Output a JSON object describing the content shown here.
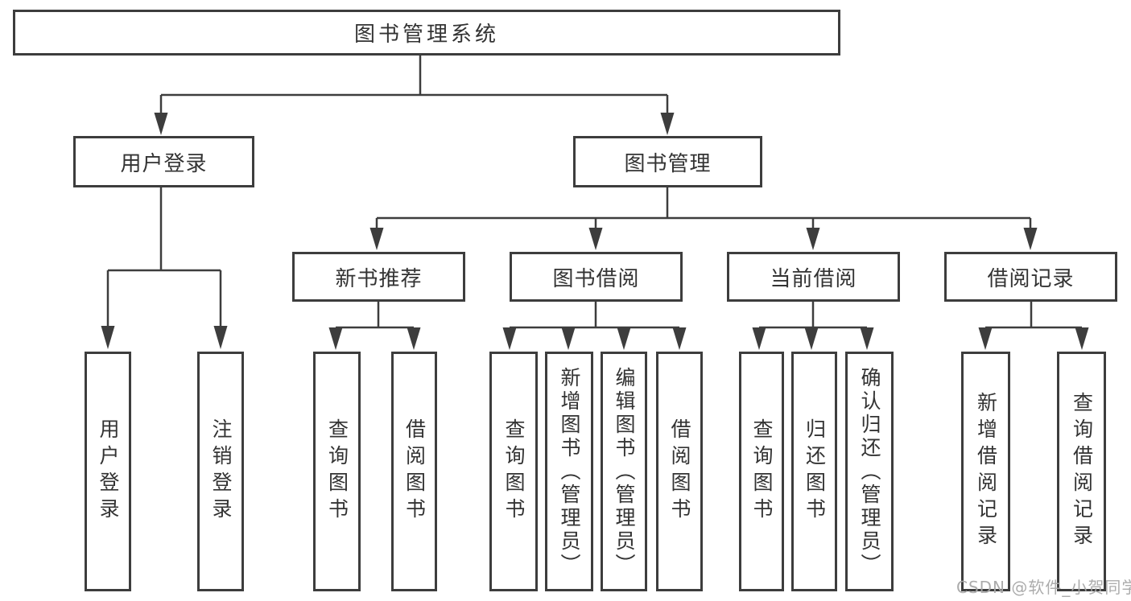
{
  "tree": {
    "label": "图书管理系统",
    "children": [
      {
        "label": "用户登录",
        "children": [
          {
            "label": "用户登录"
          },
          {
            "label": "注销登录"
          }
        ]
      },
      {
        "label": "图书管理",
        "children": [
          {
            "label": "新书推荐",
            "children": [
              {
                "label": "查询图书"
              },
              {
                "label": "借阅图书"
              }
            ]
          },
          {
            "label": "图书借阅",
            "children": [
              {
                "label": "查询图书"
              },
              {
                "label": "新增图书（管理员）"
              },
              {
                "label": "编辑图书（管理员）"
              },
              {
                "label": "借阅图书"
              }
            ]
          },
          {
            "label": "当前借阅",
            "children": [
              {
                "label": "查询图书"
              },
              {
                "label": "归还图书"
              },
              {
                "label": "确认归还（管理员）"
              }
            ]
          },
          {
            "label": "借阅记录",
            "children": [
              {
                "label": "新增借阅记录"
              },
              {
                "label": "查询借阅记录"
              }
            ]
          }
        ]
      }
    ]
  },
  "watermark": {
    "text": "CSDN @软件_小贺同学"
  },
  "colors": {
    "line": "#3d3d3d",
    "text": "#333333",
    "background": "#ffffff",
    "watermark": "#a8a8a8"
  }
}
